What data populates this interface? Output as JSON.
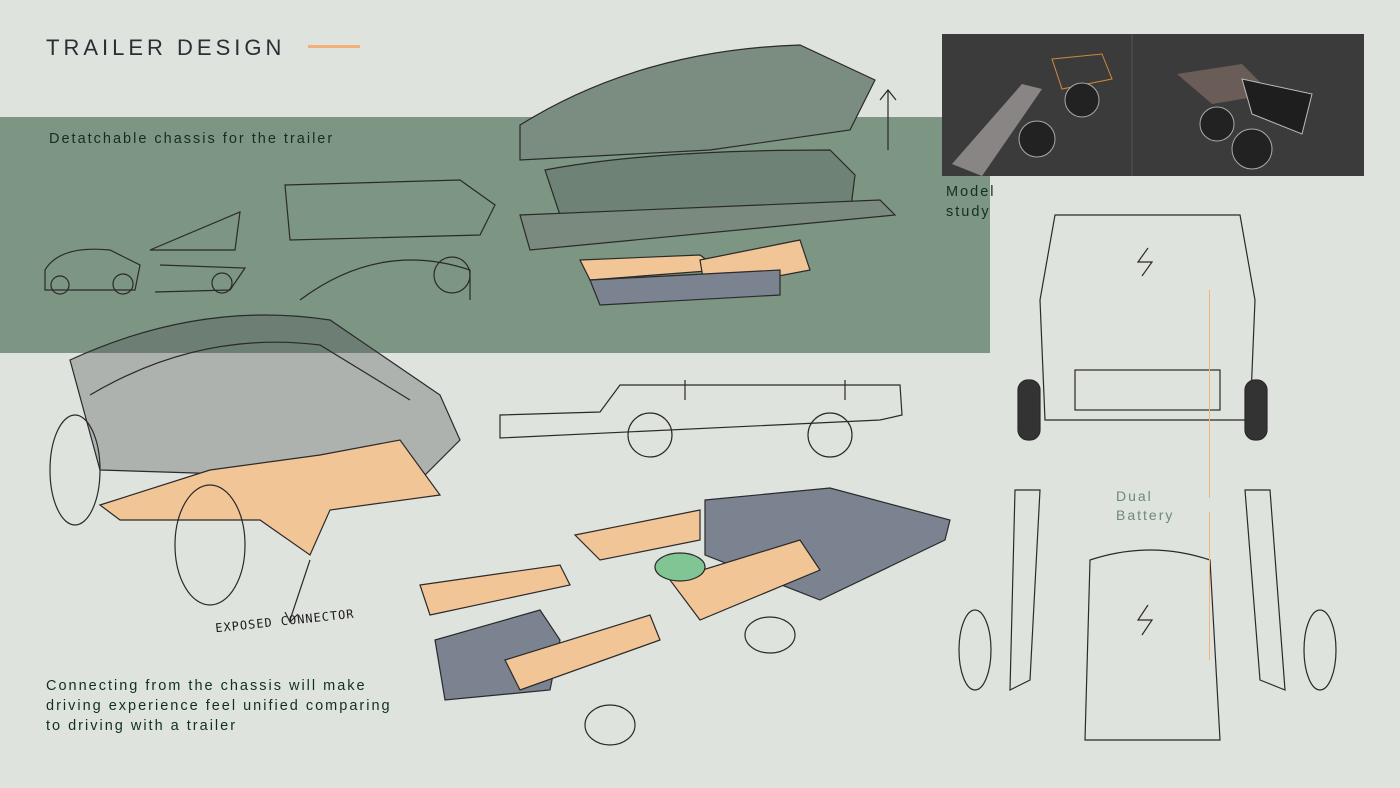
{
  "header": {
    "title": "TRAILER DESIGN",
    "accent_color": "#f4b07a"
  },
  "band": {
    "caption": "Detatchable chassis for the trailer",
    "color": "#7d9583"
  },
  "model_study": {
    "label_line1": "Model",
    "label_line2": "study"
  },
  "annotations": {
    "exposed_connector": "EXPOSED CONNECTOR",
    "dual_battery_line1": "Dual",
    "dual_battery_line2": "Battery"
  },
  "body_text": {
    "line1": "Connecting from the chassis will make",
    "line2": "driving experience feel unified comparing",
    "line3": "to driving with a trailer"
  },
  "colors": {
    "chassis_orange": "#f2c597",
    "battery_gray": "#7b8290",
    "cell_green": "#82c594"
  }
}
